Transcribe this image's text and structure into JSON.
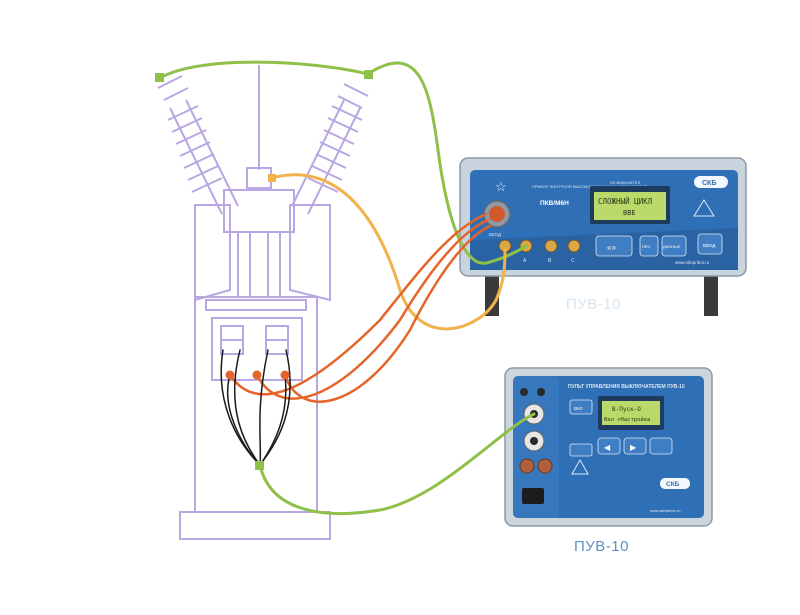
{
  "colors": {
    "outline": "#b9a7e3",
    "wire_green": "#8fc04a",
    "wire_orange": "#e5642a",
    "wire_yellow": "#f2b24a",
    "wire_black": "#1a1a1a",
    "device_panel": "#2f6fb5",
    "lcd": "#b9d96b"
  },
  "pkv": {
    "brand_badge": "СКБ",
    "title": "ПРИБОР КОНТРОЛЯ ВЫСОКОВОЛЬТНЫХ ВЫКЛЮЧАТЕЛЕЙ",
    "model": "ПКВ/М6Н",
    "lcd_header": "ОК ВАКАЛИТЕЛ",
    "lcd_line1": "СЛОЖНЫЙ ЦИКЛ",
    "lcd_line2": "ВВЕ",
    "input_label": "ВХОД",
    "port_labels": [
      "A",
      "B",
      "C"
    ],
    "button_labels": [
      "«»",
      "ПЕЧ",
      "ДАННЫЕ",
      "ВВОД"
    ],
    "website": "www.skbpribor.ru",
    "caption": "ПУВ-10"
  },
  "puv": {
    "title": "ПУЛЬТ УПРАВЛЕНИЯ ВЫКЛЮЧАТЕЛЕМ ПУВ-10",
    "lcd_line1": "В-Пуск-О",
    "lcd_line2": "Вкл +Настройка",
    "left_button": "ВКЛ",
    "brand_badge": "СКБ",
    "website": "www.skbpribor.ru",
    "caption": "ПУВ-10"
  }
}
